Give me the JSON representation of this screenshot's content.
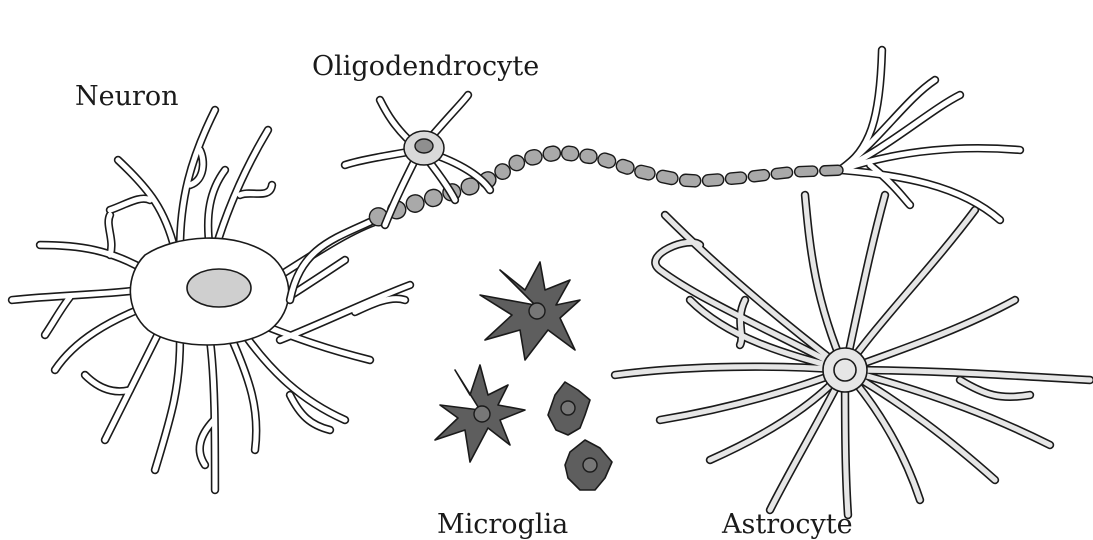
{
  "diagram": {
    "labels": {
      "neuron": "Neuron",
      "oligodendrocyte": "Oligodendrocyte",
      "microglia": "Microglia",
      "astrocyte": "Astrocyte"
    },
    "colors": {
      "outline": "#1a1a1a",
      "myelin": "#a9a9a9",
      "nucleus": "#cfcfcf",
      "microglia": "#5e5e5e",
      "astrocyte": "#e6e6e6",
      "background": "#ffffff"
    }
  }
}
